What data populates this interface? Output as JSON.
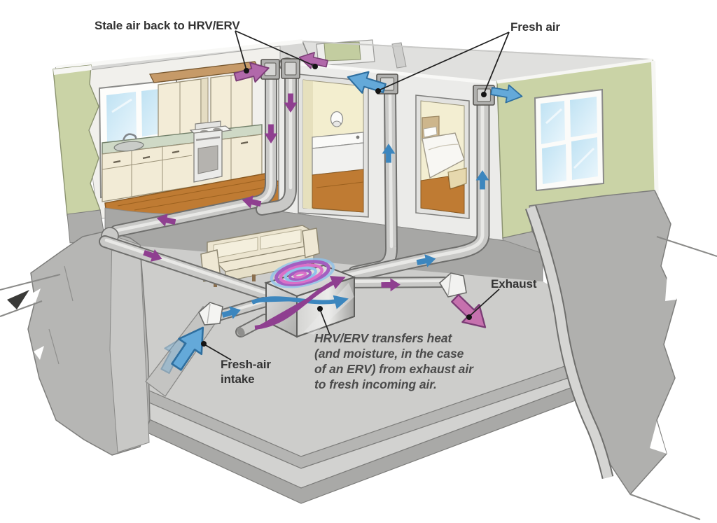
{
  "illustration": {
    "labels": {
      "stale_air_return": "Stale air back to HRV/ERV",
      "fresh_air": "Fresh air",
      "exhaust": "Exhaust",
      "fresh_air_intake": "Fresh-air\nintake",
      "hrv_caption": "HRV/ERV transfers heat\n(and moisture, in the case\nof an ERV) from exhaust air\nto fresh incoming air."
    },
    "airflow_colors": {
      "fresh-air": "#64a9d9",
      "fresh-air-dark": "#2f6f9f",
      "stale-air": "#b168aa",
      "stale-air-dark": "#7b3d76",
      "exhaust-air": "#c671ae",
      "flow-blue": "#3c86be",
      "flow-purple": "#8f3f90"
    },
    "scene_colors": {
      "exterior-wall": "#cad3a6",
      "duct-metal": "#c9c9c7",
      "wood-floor": "#bf7b33",
      "concrete": "#b3b3b1",
      "slab": "#cdcdcb",
      "label-text": "#333333",
      "swirl-purple": "#a45ec0",
      "swirl-pink": "#d970c8",
      "swirl-blue": "#8fc2ea"
    }
  }
}
